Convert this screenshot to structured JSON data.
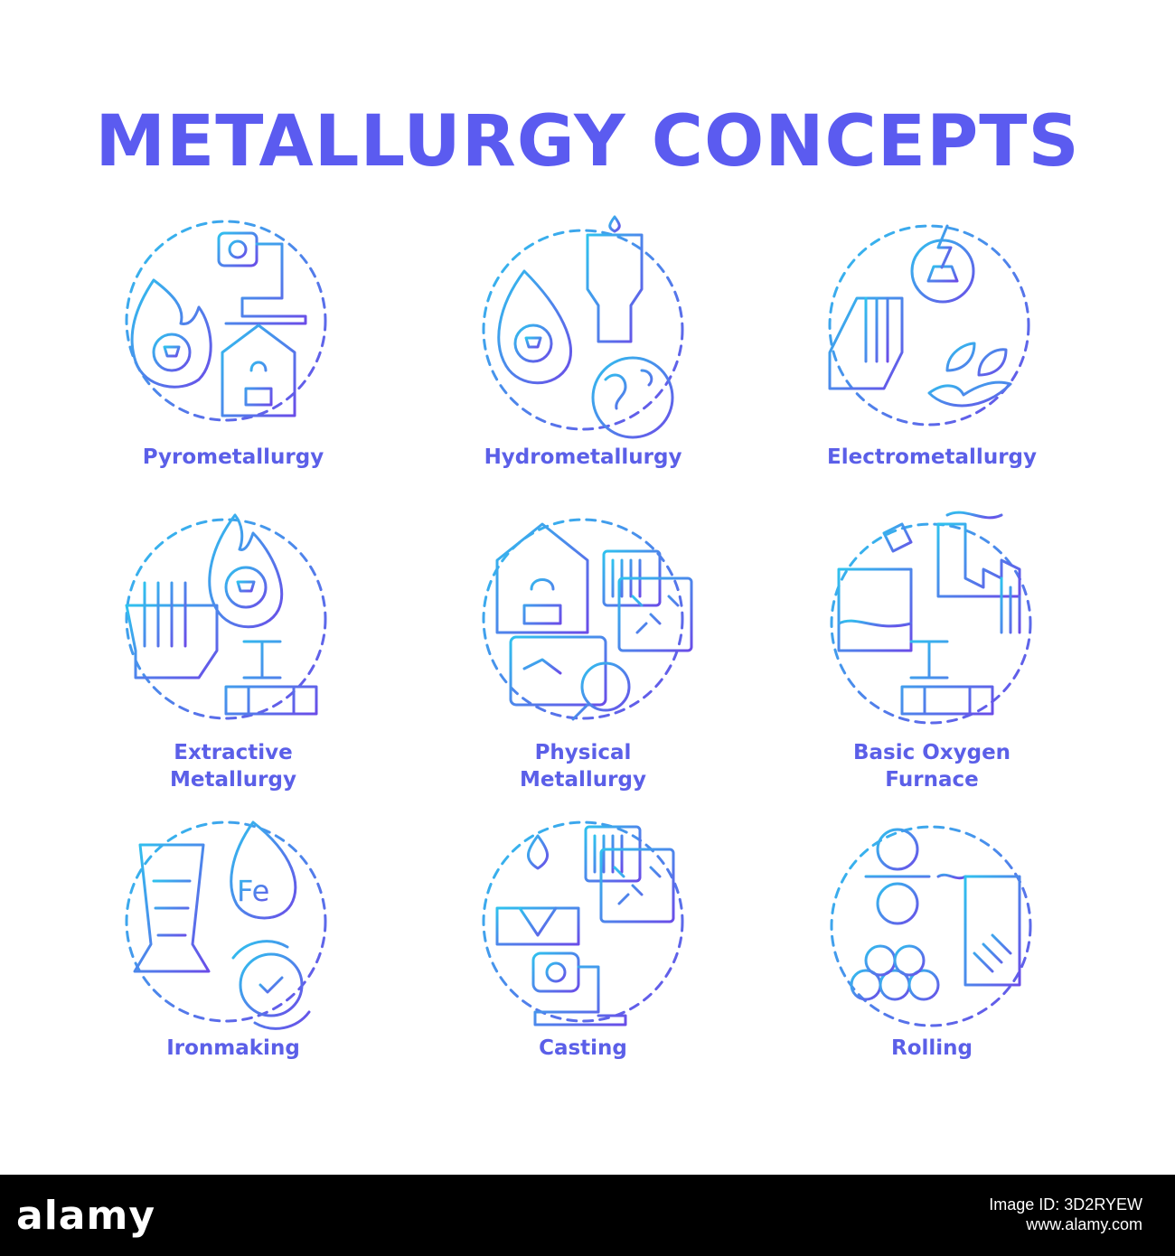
{
  "title": "METALLURGY CONCEPTS",
  "colors": {
    "gradient_start": "#2fc2ee",
    "gradient_end": "#6a4ce8",
    "title": "#5b5bf0",
    "footer_bg": "#000000"
  },
  "concepts": [
    {
      "label": "Pyrometallurgy",
      "icon": "pyrometallurgy-icon"
    },
    {
      "label": "Hydrometallurgy",
      "icon": "hydrometallurgy-icon"
    },
    {
      "label": "Electrometallurgy",
      "icon": "electrometallurgy-icon"
    },
    {
      "label": "Extractive\nMetallurgy",
      "icon": "extractive-metallurgy-icon"
    },
    {
      "label": "Physical\nMetallurgy",
      "icon": "physical-metallurgy-icon"
    },
    {
      "label": "Basic Oxygen\nFurnace",
      "icon": "basic-oxygen-furnace-icon"
    },
    {
      "label": "Ironmaking",
      "icon": "ironmaking-icon",
      "symbol": "Fe"
    },
    {
      "label": "Casting",
      "icon": "casting-icon"
    },
    {
      "label": "Rolling",
      "icon": "rolling-icon"
    }
  ],
  "footer": {
    "brand": "alamy",
    "image_id_line": "Image ID: 3D2RYEW",
    "site": "www.alamy.com"
  }
}
